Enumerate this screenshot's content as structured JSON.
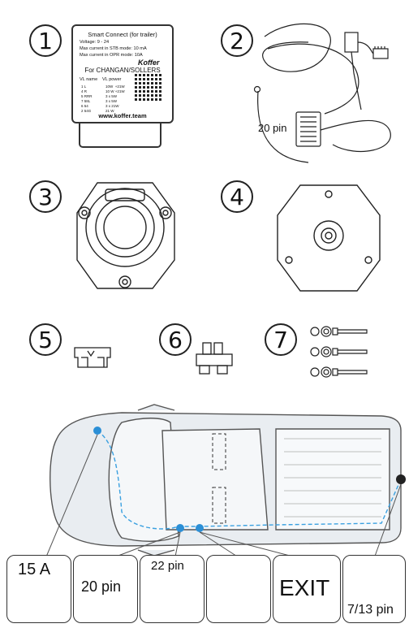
{
  "items": [
    {
      "n": "1"
    },
    {
      "n": "2"
    },
    {
      "n": "3"
    },
    {
      "n": "4"
    },
    {
      "n": "5"
    },
    {
      "n": "6"
    },
    {
      "n": "7"
    }
  ],
  "module": {
    "title": "Smart Connect (for trailer)",
    "voltage": "Voltage: 9 - 24",
    "stb": "Max current in  STB mode: 10 mA",
    "opr": "Max current in OPR mode: 10A",
    "col1": "VL name",
    "col2": "VL power",
    "brand": "Koffer",
    "model": "For CHANGAN/SOLLERS",
    "rows_name": "1 L\n4 R\n5 RRR\n7 58L\n6 54\n2 54G",
    "rows_power": "10W  +21W\n10 W +21W\n3 x 5W\n3 x 5W\n3 x 21W\n21 W",
    "site": "www.koffer.team"
  },
  "harness_label": "20 pin",
  "bottom": {
    "fuse": "15 A",
    "connector20": "20 pin",
    "connector22": "22 pin",
    "exit": "EXIT",
    "connector713": "7/13 pin"
  },
  "icons": [
    "fuse-icon",
    "connector-icon",
    "ground-icon",
    "wire-harness-icon"
  ]
}
